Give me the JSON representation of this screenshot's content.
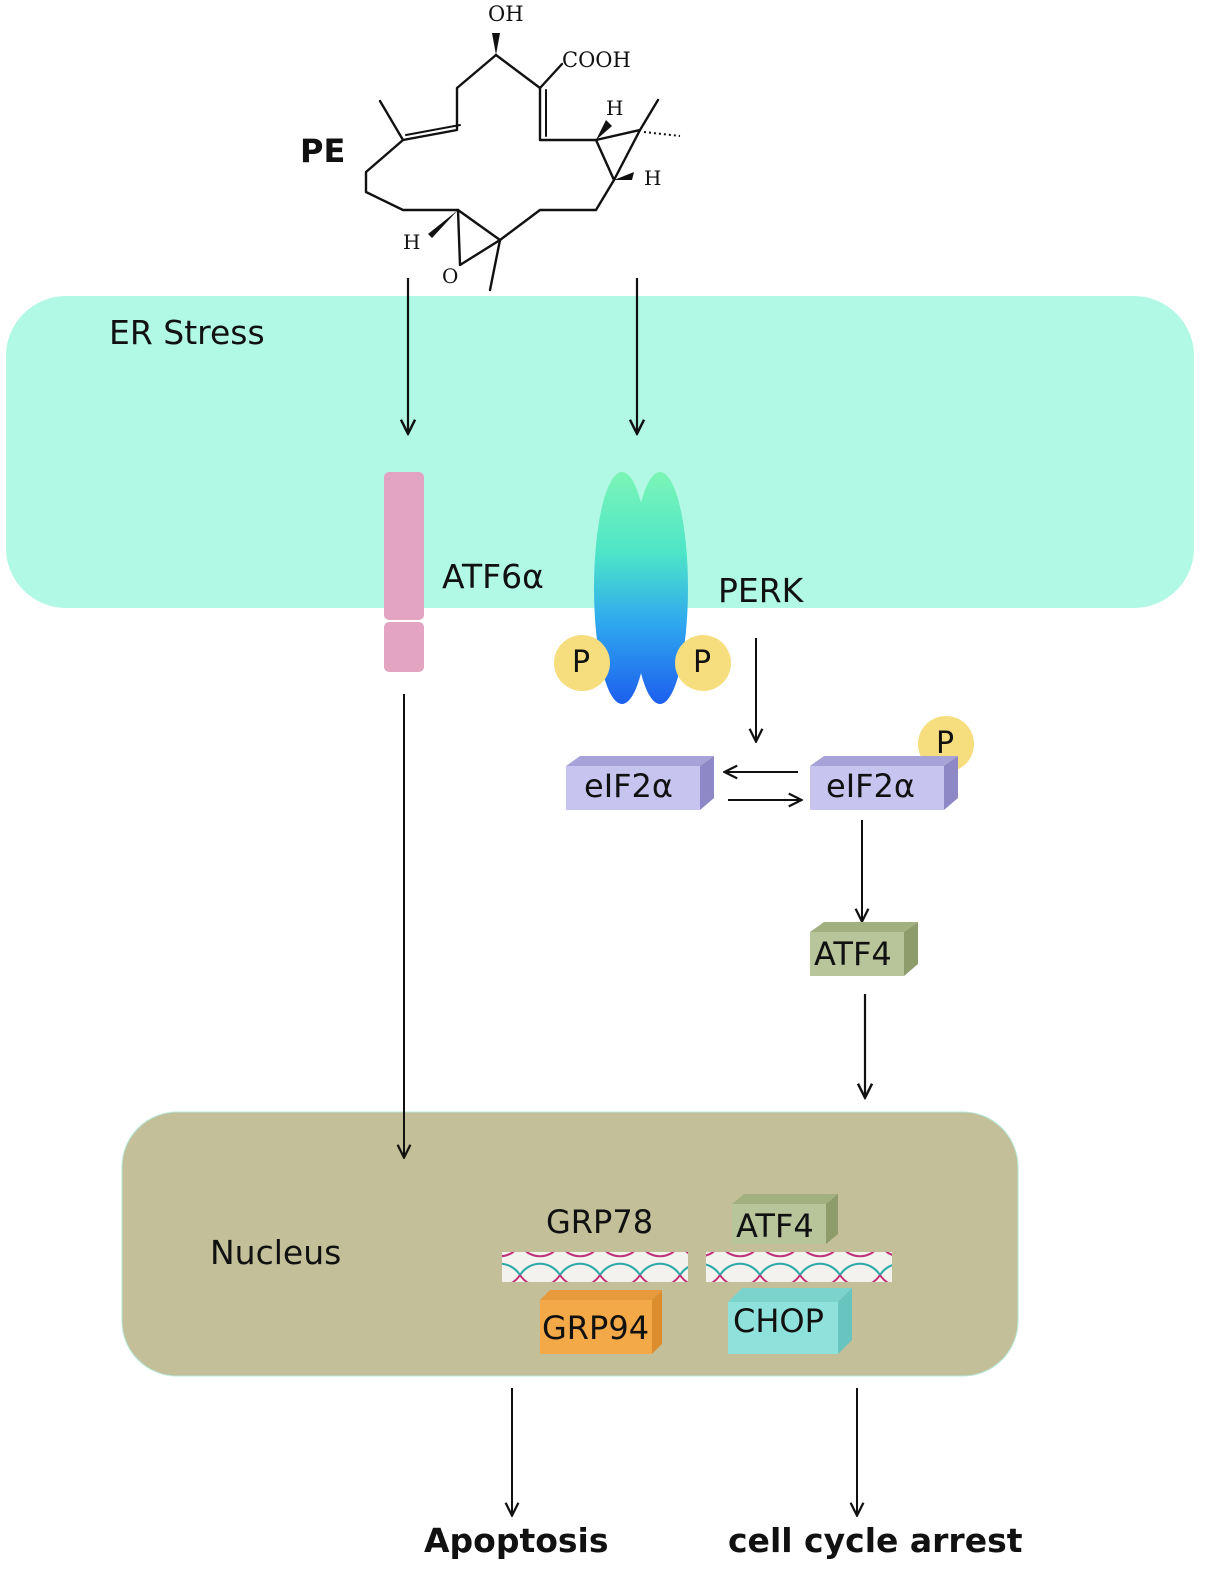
{
  "compound": {
    "name": "PE",
    "oh": "OH",
    "cooh": "COOH",
    "h_top": "H",
    "h_right": "H",
    "h_left": "H",
    "o": "O"
  },
  "er_region": {
    "label": "ER Stress",
    "color": "#b1f9e4"
  },
  "nucleus_region": {
    "label": "Nucleus",
    "color": "#c2bf99"
  },
  "proteins": {
    "atf6": "ATF6α",
    "perk": "PERK",
    "phospho": "P",
    "eif2a": "eIF2α",
    "eif2a_p": "eIF2α",
    "atf4": "ATF4",
    "grp78": "GRP78",
    "atf4_nucleus": "ATF4",
    "grp94": "GRP94",
    "chop": "CHOP"
  },
  "outcomes": {
    "apoptosis": "Apoptosis",
    "cell_cycle_arrest": "cell cycle arrest"
  },
  "colors": {
    "atf6": "#e3a4c2",
    "eif2a": "#c8c4f0",
    "atf4": "#b8c59a",
    "grp94": "#f4a948",
    "chop": "#8fe1db",
    "phospho": "#f6dd7e",
    "perk_top": "#7cf5b6",
    "perk_bottom": "#1d5fee"
  }
}
